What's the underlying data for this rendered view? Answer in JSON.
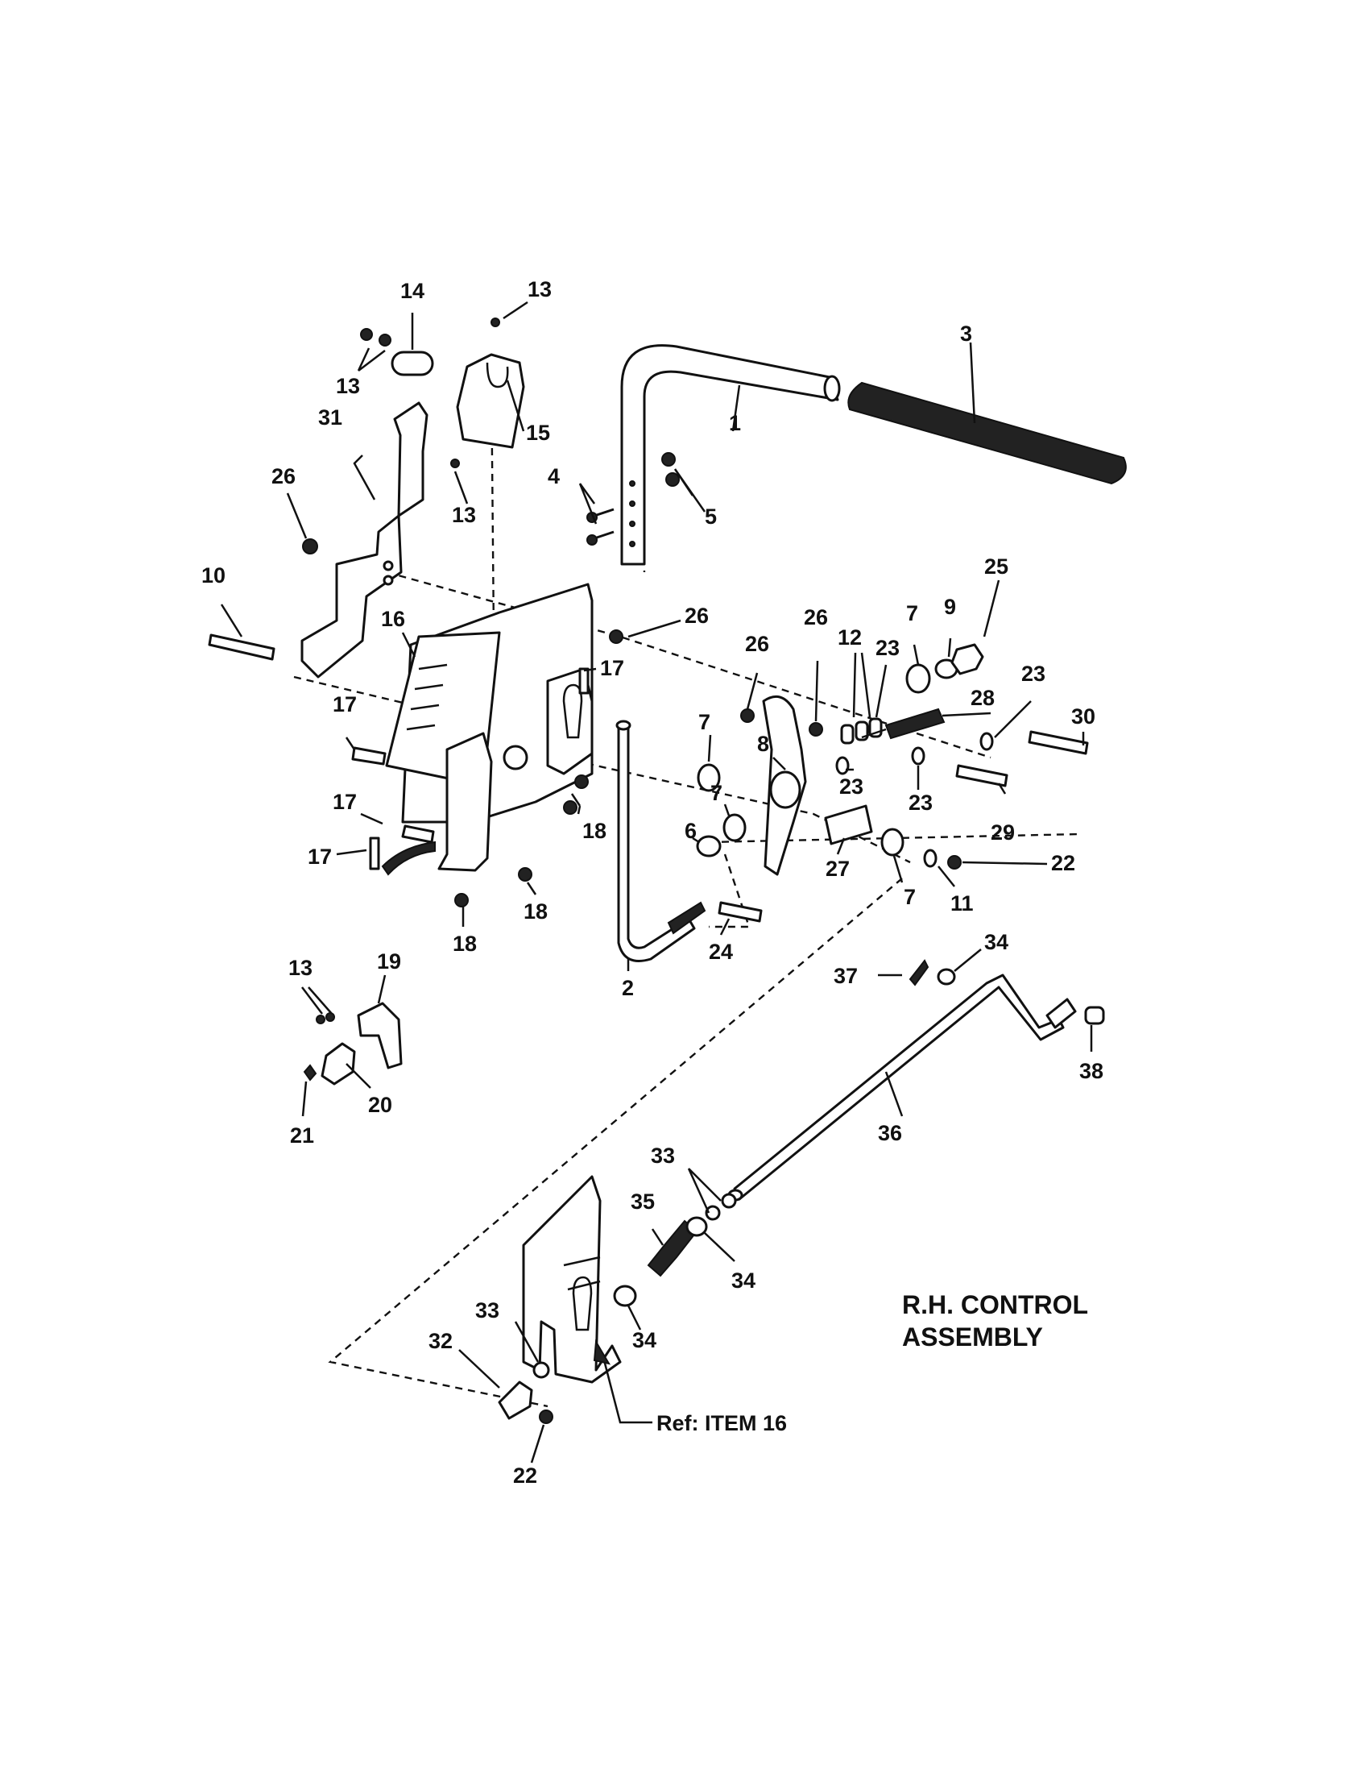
{
  "diagram": {
    "title_lines": [
      "R.H. CONTROL",
      "ASSEMBLY"
    ],
    "reference_label": "Ref: ITEM 16",
    "callouts": [
      {
        "id": "c1",
        "text": "14"
      },
      {
        "id": "c2",
        "text": "13"
      },
      {
        "id": "c3",
        "text": "13"
      },
      {
        "id": "c4",
        "text": "3"
      },
      {
        "id": "c5",
        "text": "1"
      },
      {
        "id": "c6",
        "text": "15"
      },
      {
        "id": "c7",
        "text": "31"
      },
      {
        "id": "c8",
        "text": "26"
      },
      {
        "id": "c9",
        "text": "4"
      },
      {
        "id": "c10",
        "text": "5"
      },
      {
        "id": "c11",
        "text": "13"
      },
      {
        "id": "c12",
        "text": "10"
      },
      {
        "id": "c13",
        "text": "16"
      },
      {
        "id": "c14",
        "text": "26"
      },
      {
        "id": "c15",
        "text": "25"
      },
      {
        "id": "c16",
        "text": "26"
      },
      {
        "id": "c17",
        "text": "7"
      },
      {
        "id": "c18",
        "text": "9"
      },
      {
        "id": "c19",
        "text": "12"
      },
      {
        "id": "c20",
        "text": "26"
      },
      {
        "id": "c21",
        "text": "23"
      },
      {
        "id": "c22",
        "text": "23"
      },
      {
        "id": "c23",
        "text": "17"
      },
      {
        "id": "c24",
        "text": "28"
      },
      {
        "id": "c25",
        "text": "30"
      },
      {
        "id": "c26",
        "text": "17"
      },
      {
        "id": "c27",
        "text": "7"
      },
      {
        "id": "c28",
        "text": "8"
      },
      {
        "id": "c29",
        "text": "23"
      },
      {
        "id": "c30",
        "text": "23"
      },
      {
        "id": "c31",
        "text": "7"
      },
      {
        "id": "c32",
        "text": "29"
      },
      {
        "id": "c33",
        "text": "17"
      },
      {
        "id": "c34",
        "text": "17"
      },
      {
        "id": "c35",
        "text": "6"
      },
      {
        "id": "c36",
        "text": "18"
      },
      {
        "id": "c37",
        "text": "22"
      },
      {
        "id": "c38",
        "text": "27"
      },
      {
        "id": "c39",
        "text": "7"
      },
      {
        "id": "c40",
        "text": "11"
      },
      {
        "id": "c41",
        "text": "18"
      },
      {
        "id": "c42",
        "text": "18"
      },
      {
        "id": "c43",
        "text": "24"
      },
      {
        "id": "c44",
        "text": "2"
      },
      {
        "id": "c45",
        "text": "34"
      },
      {
        "id": "c46",
        "text": "13"
      },
      {
        "id": "c47",
        "text": "19"
      },
      {
        "id": "c48",
        "text": "37"
      },
      {
        "id": "c49",
        "text": "38"
      },
      {
        "id": "c50",
        "text": "20"
      },
      {
        "id": "c51",
        "text": "21"
      },
      {
        "id": "c52",
        "text": "36"
      },
      {
        "id": "c53",
        "text": "33"
      },
      {
        "id": "c54",
        "text": "35"
      },
      {
        "id": "c55",
        "text": "34"
      },
      {
        "id": "c56",
        "text": "33"
      },
      {
        "id": "c57",
        "text": "34"
      },
      {
        "id": "c58",
        "text": "32"
      },
      {
        "id": "c59",
        "text": "22"
      }
    ]
  }
}
